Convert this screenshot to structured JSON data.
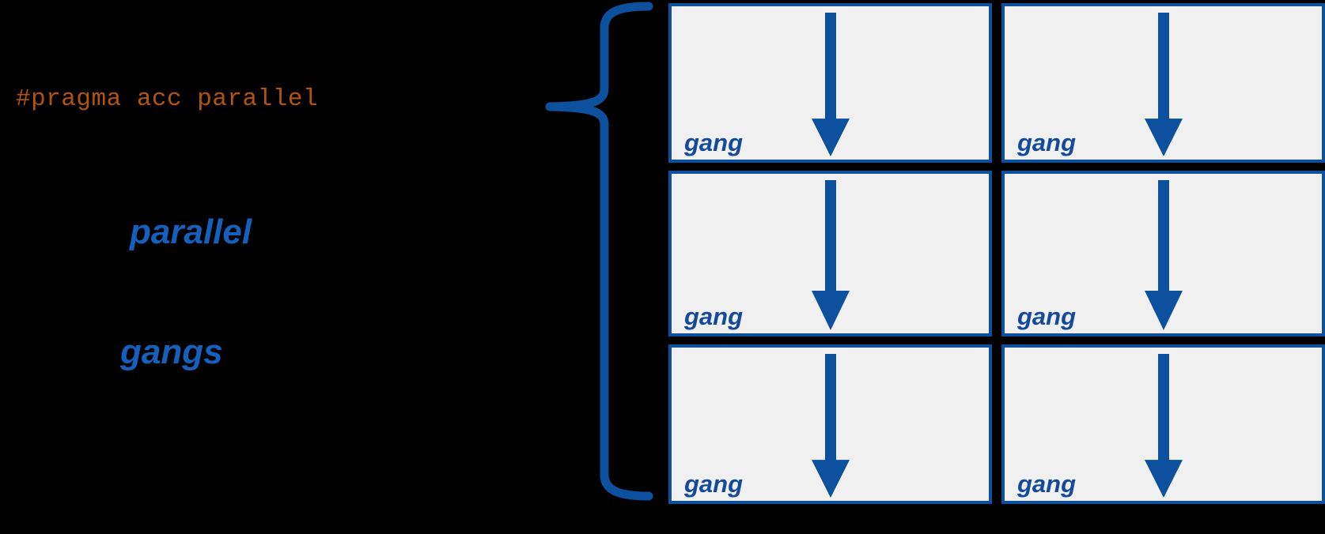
{
  "figure": {
    "background_color": "#000000",
    "accent_blue": "#0d519e",
    "label_blue": "#1560bd",
    "pragma_color": "#b3540d",
    "cell_fill": "#f0f0f0"
  },
  "left_panel": {
    "pragma": "#pragma acc parallel",
    "keyword_line_1": "parallel",
    "keyword_line_2": "gangs"
  },
  "brace": {
    "icon": "left-curly-brace-icon",
    "color": "#0d519e"
  },
  "grid": {
    "columns": 2,
    "rows": 3,
    "cells": [
      {
        "label": "gang",
        "arrow": "down-arrow-icon"
      },
      {
        "label": "gang",
        "arrow": "down-arrow-icon"
      },
      {
        "label": "gang",
        "arrow": "down-arrow-icon"
      },
      {
        "label": "gang",
        "arrow": "down-arrow-icon"
      },
      {
        "label": "gang",
        "arrow": "down-arrow-icon"
      },
      {
        "label": "gang",
        "arrow": "down-arrow-icon"
      }
    ]
  }
}
